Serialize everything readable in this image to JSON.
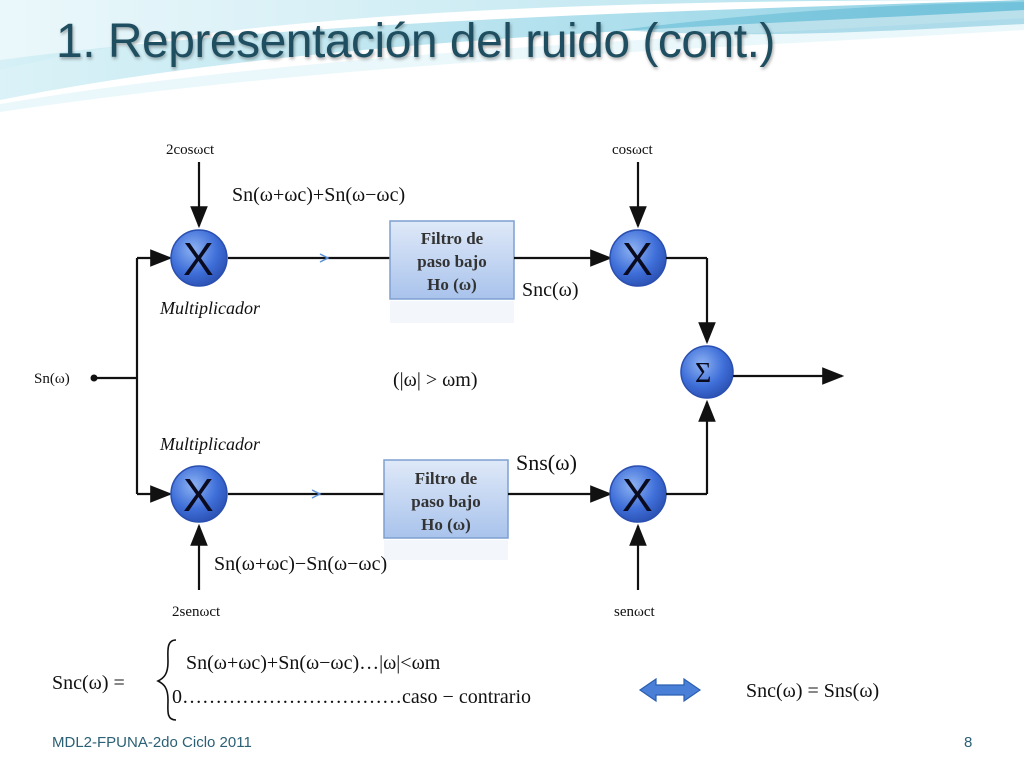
{
  "title": "1. Representación del ruido (cont.)",
  "footer": {
    "left": "MDL2-FPUNA-2do Ciclo 2011",
    "page": "8"
  },
  "diagram": {
    "mult_symbol": "X",
    "sum_symbol": "Σ",
    "input_label": "Sn(ω)",
    "upper": {
      "carrier": "2cosωct",
      "mult_label": "Multiplicador",
      "product_expr": "Sn(ω+ωc)+Sn(ω−ωc)",
      "filter_lines": [
        "Filtro de",
        "paso bajo",
        "Ho (ω)"
      ],
      "carrier2": "cosωct",
      "output_label": "Snc(ω)"
    },
    "lower": {
      "carrier": "2senωct",
      "mult_label": "Multiplicador",
      "product_expr": "Sn(ω+ωc)−Sn(ω−ωc)",
      "filter_lines": [
        "Filtro de",
        "paso bajo",
        "Ho (ω)"
      ],
      "carrier2": "senωct",
      "output_label": "Sns(ω)"
    },
    "condition": "(|ω| > ωm)"
  },
  "equations": {
    "lhs": "Snc(ω) =",
    "case1": "Sn(ω+ωc)+Sn(ω−ωc)…|ω|<ωm",
    "case2": "0……………………………caso − contrario",
    "right": "Snc(ω) = Sns(ω)"
  },
  "colors": {
    "title": "#1f4e60",
    "multiplier_fill": "#3f6fd9",
    "filter_fill": "#b8cff0",
    "arrow": "#5b8fd6",
    "swoosh": "#9ed6e6"
  }
}
